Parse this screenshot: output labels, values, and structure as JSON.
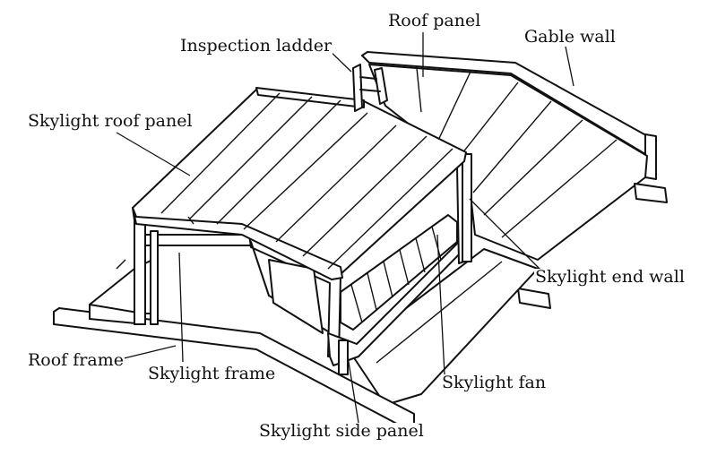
{
  "labels": {
    "roof_panel": "Roof panel",
    "inspection_ladder": "Inspection ladder",
    "gable_wall": "Gable wall",
    "skylight_roof_panel": "Skylight roof panel",
    "skylight_end_wall": "Skylight end wall",
    "roof_frame": "Roof frame",
    "skylight_frame": "Skylight frame",
    "skylight_fan": "Skylight fan",
    "skylight_side_panel": "Skylight side panel"
  },
  "colors": {
    "line": "#111111",
    "background": "#ffffff"
  }
}
